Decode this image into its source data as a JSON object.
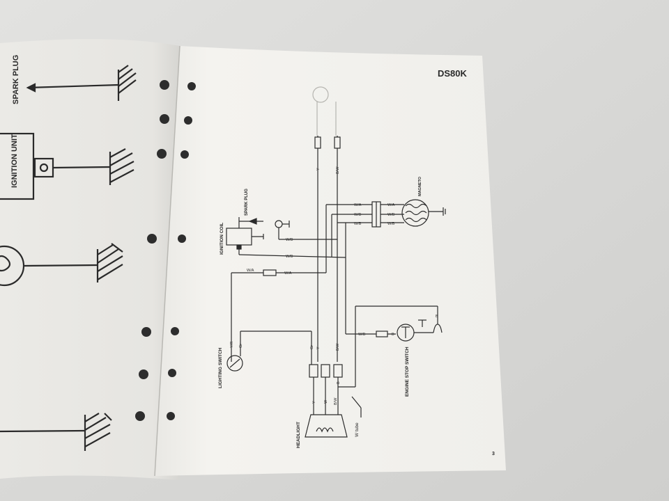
{
  "page": {
    "model_title": "DS80K",
    "page_number": "3"
  },
  "left_page": {
    "spark_plug_label": "SPARK PLUG",
    "ignition_unit_label": "IGNITION UNIT"
  },
  "components": {
    "ignition_coil": "IGNITION COIL",
    "spark_plug": "SPARK PLUG",
    "magneto": "MAGNETO",
    "lighting_switch": "LIGHTING SWITCH",
    "engine_stop_switch": "ENGINE STOP SWITCH",
    "headlight": "HEADLIGHT",
    "w_tube": "W tube"
  },
  "wire_codes": {
    "top_y": "Y",
    "top_bw": "B/W",
    "mag_wa": "W/A",
    "mag_wb1": "W/B",
    "mag_wb2": "W/B",
    "mag_out_wa": "W/A",
    "mag_out_wb1": "W/B",
    "mag_out_wb2": "W/B",
    "coil_wb": "W/B",
    "mid_wb": "W/B",
    "fuse_wa1": "W/A",
    "fuse_wa2": "W/A",
    "ls_yr": "Y/R",
    "ls_gr": "Gr",
    "conn_gr": "Gr",
    "conn_y": "Y",
    "conn_bw": "B/W",
    "stop_wb": "W/B",
    "stop_b": "B",
    "stop_b2": "B",
    "hl_y": "Y",
    "hl_w": "W",
    "hl_bw": "B/W",
    "hl_b": "B"
  }
}
